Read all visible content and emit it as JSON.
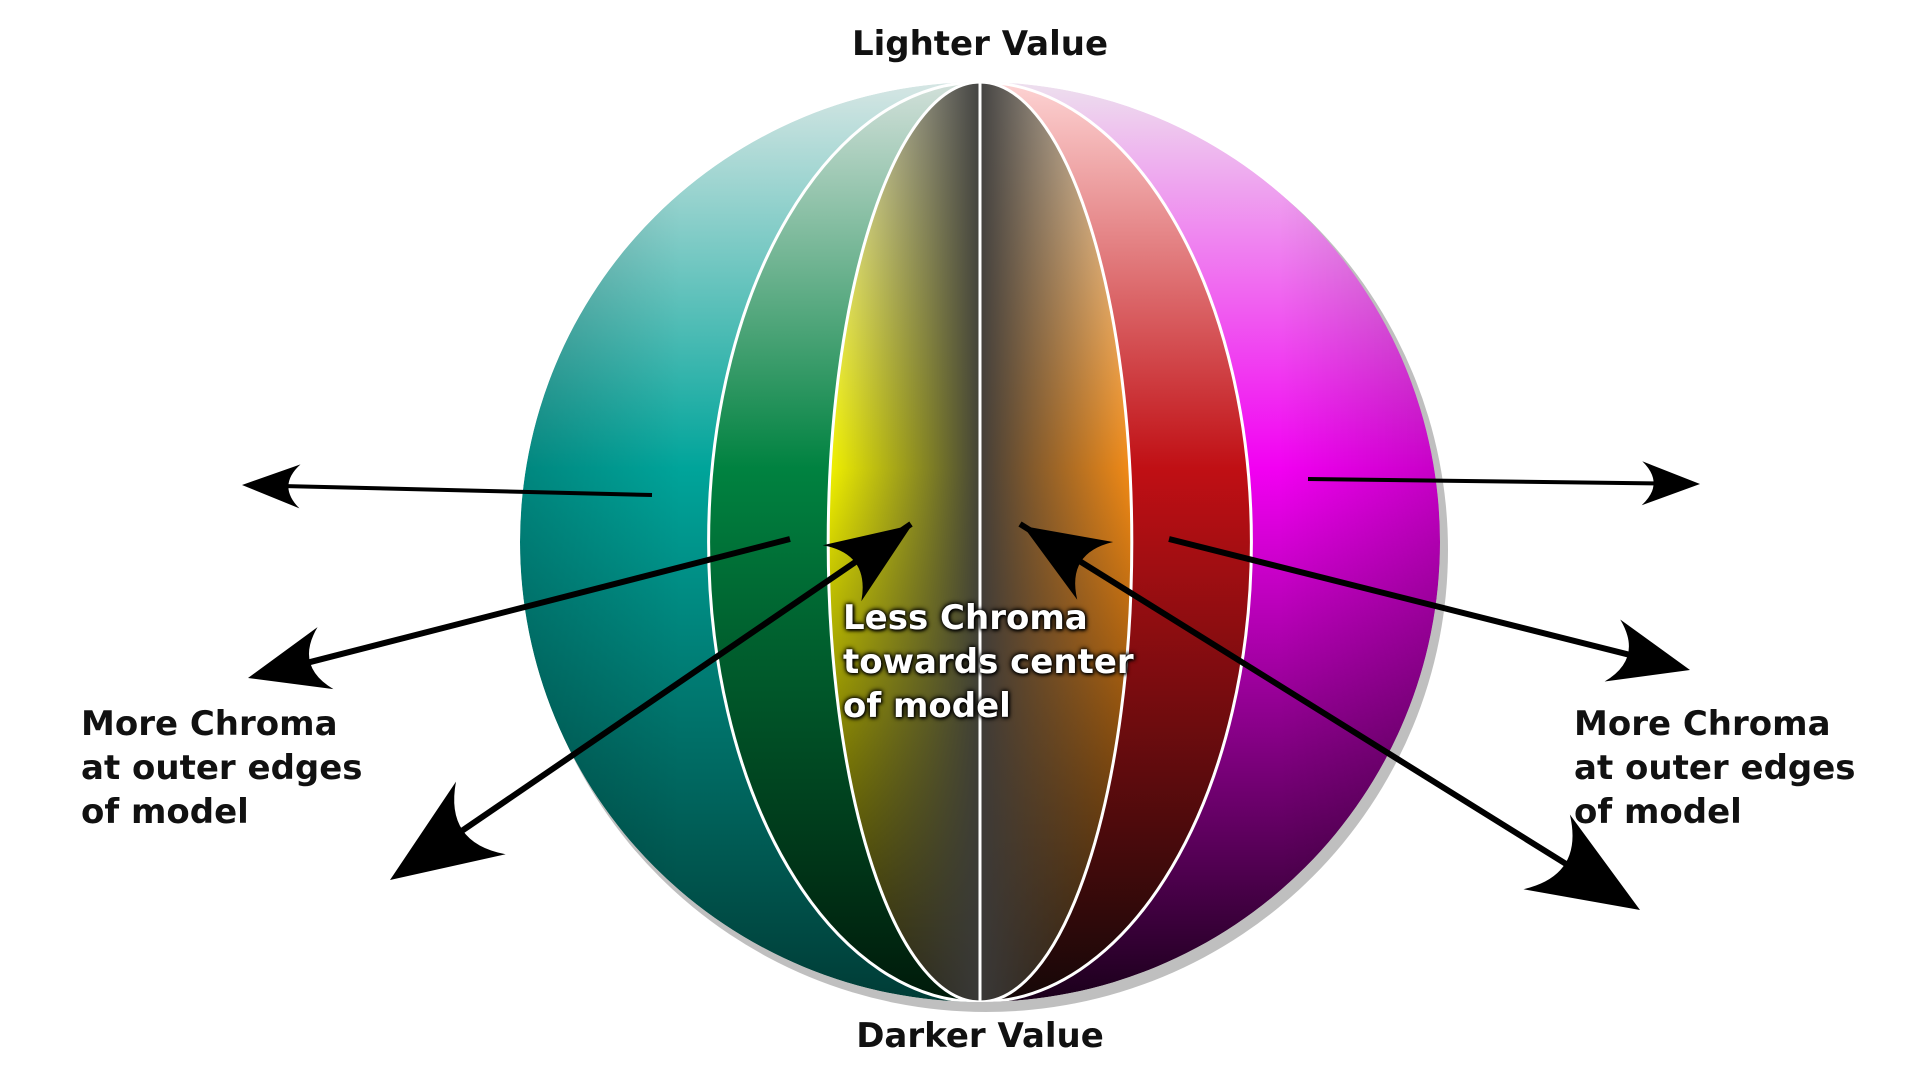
{
  "labels": {
    "top": "Lighter Value",
    "bottom": "Darker Value",
    "left_outer": [
      "More Chroma",
      "at outer edges",
      "of model"
    ],
    "right_outer": [
      "More Chroma",
      "at outer edges",
      "of model"
    ],
    "center": [
      "Less Chroma",
      "towards center",
      "of model"
    ]
  },
  "segments": [
    {
      "hue": "teal",
      "light": "#d6e6e4",
      "mid": "#00a49a",
      "dark": "#003c36"
    },
    {
      "hue": "green",
      "light": "#d2e0da",
      "mid": "#008240",
      "dark": "#001a0a"
    },
    {
      "hue": "yellow",
      "light": "#f1efd2",
      "mid": "#f2f200",
      "dark": "#1e1a00"
    },
    {
      "hue": "orange",
      "light": "#fbe8cf",
      "mid": "#f38b16",
      "dark": "#2a1400"
    },
    {
      "hue": "red",
      "light": "#fdd3d3",
      "mid": "#c00f14",
      "dark": "#150808"
    },
    {
      "hue": "magenta",
      "light": "#ede0ee",
      "mid": "#f200f2",
      "dark": "#1a001a"
    }
  ],
  "colors": {
    "arrow": "#000000",
    "divider": "#ffffff",
    "center_gray": "#3e3e3e"
  }
}
